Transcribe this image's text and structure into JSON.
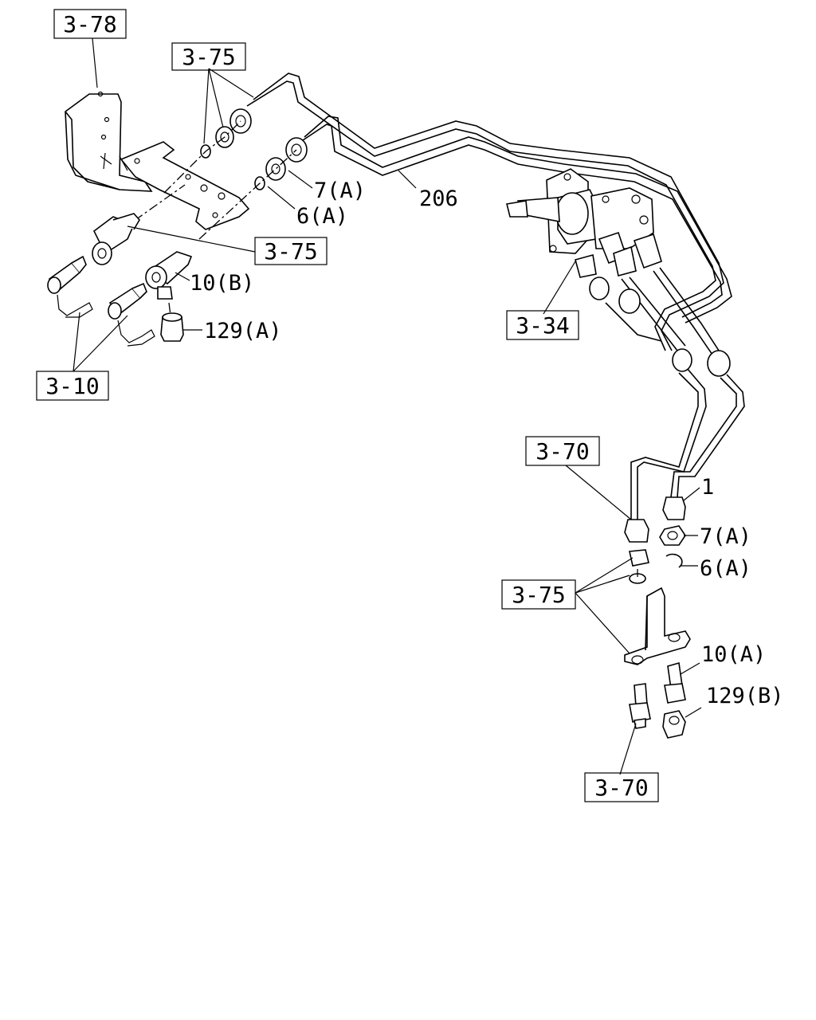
{
  "boxed_labels": {
    "l378": "3-78",
    "l375_top": "3-75",
    "l375_mid": "3-75",
    "l334": "3-34",
    "l310": "3-10",
    "l370_top": "3-70",
    "l375_low": "3-75",
    "l370_bot": "3-70"
  },
  "part_labels": {
    "p7a_top": "7(A)",
    "p206": "206",
    "p6a_top": "6(A)",
    "p10b": "10(B)",
    "p129a": "129(A)",
    "p1": "1",
    "p7a_low": "7(A)",
    "p6a_low": "6(A)",
    "p10a": "10(A)",
    "p129b": "129(B)"
  }
}
